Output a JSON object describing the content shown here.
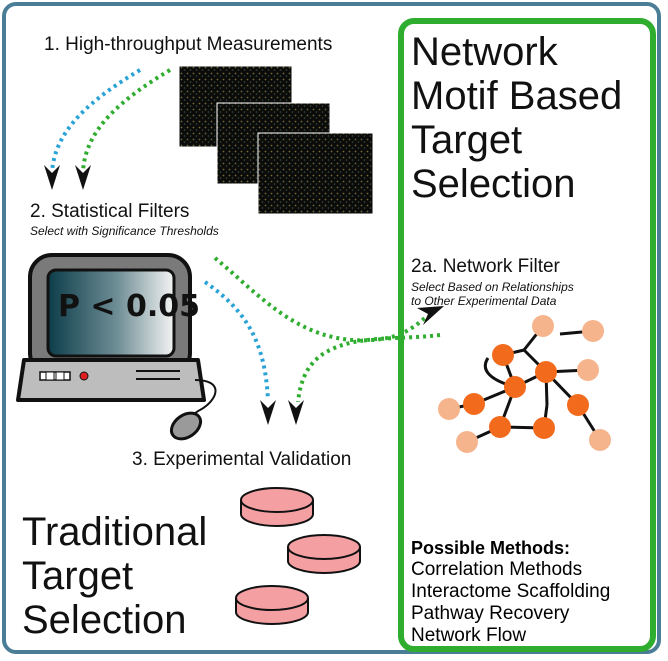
{
  "steps": {
    "step1": "1. High-throughput Measurements",
    "step2": "2. Statistical Filters",
    "step2_sub": "Select with Significance Thresholds",
    "step3": "3. Experimental Validation"
  },
  "computer_screen_text": "P < 0.05",
  "traditional_title": "Traditional\nTarget\nSelection",
  "network_title": "Network\nMotif Based\nTarget\nSelection",
  "network_filter": {
    "title": "2a. Network Filter",
    "sub_line1": "Select Based on Relationships",
    "sub_line2": "to Other Experimental Data"
  },
  "methods": {
    "heading": "Possible Methods:",
    "items": [
      "Correlation Methods",
      "Interactome Scaffolding",
      "Pathway Recovery",
      "Network Flow"
    ]
  },
  "colors": {
    "frame": "#4a7d96",
    "green_box": "#2fad2f",
    "blue_path": "#29a3d6",
    "green_path": "#2fad2f",
    "node_dark": "#f26b1d",
    "node_light": "#f6b48c",
    "dish": "#f4a0a3"
  }
}
